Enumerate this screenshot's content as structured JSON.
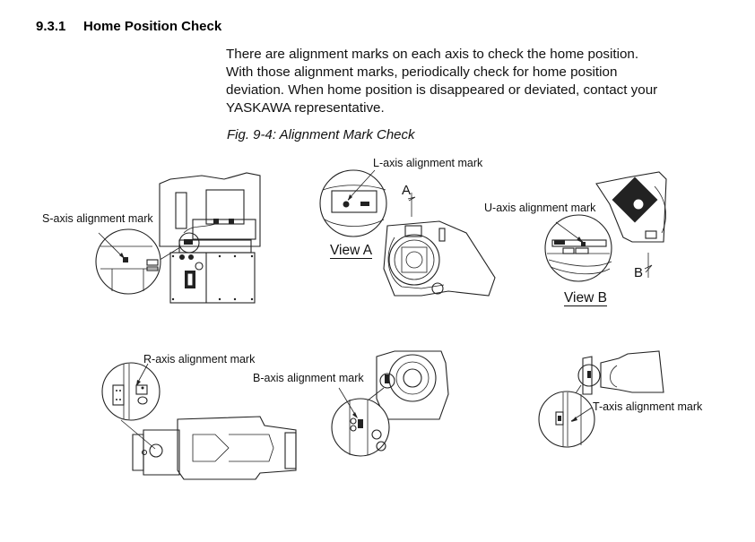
{
  "section": {
    "number": "9.3.1",
    "title": "Home Position Check"
  },
  "body": {
    "lines": [
      "There are alignment marks on each axis to check the home position.",
      "With those alignment marks, periodically check for home position",
      "deviation. When home position is disappeared or deviated, contact your",
      "YASKAWA representative."
    ]
  },
  "figure": {
    "caption": "Fig. 9-4: Alignment Mark Check",
    "labels": {
      "s_axis": "S-axis alignment mark",
      "l_axis": "L-axis alignment mark",
      "u_axis": "U-axis alignment mark",
      "r_axis": "R-axis alignment mark",
      "b_axis": "B-axis alignment mark",
      "t_axis": "T-axis alignment mark"
    },
    "views": {
      "view_a": "View A",
      "view_b": "View B",
      "dir_a": "A",
      "dir_b": "B"
    }
  }
}
